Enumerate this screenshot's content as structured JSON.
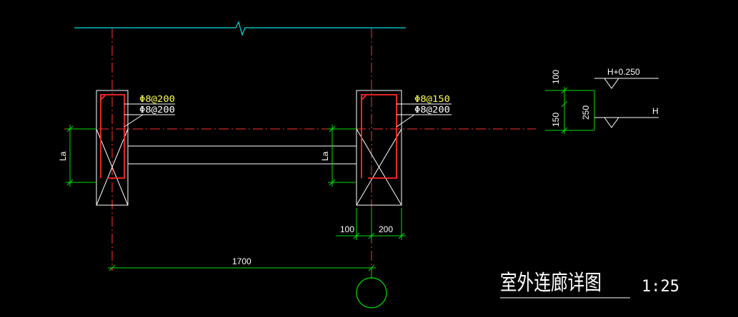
{
  "drawing": {
    "title": "室外连廊详图",
    "scale": "1:25",
    "colors": {
      "background": "#000000",
      "outline": "#ffffff",
      "rebar": "#ff2a2a",
      "axis": "#ff3030",
      "dimension": "#00e000",
      "annotation_yellow": "#ffff55",
      "annotation_white": "#ffffff",
      "break_line": "#00e0e0"
    },
    "left_column": {
      "rebar_label_top": "Φ8@200",
      "rebar_label_bottom": "Φ8@200",
      "dim_label": "La"
    },
    "right_column": {
      "rebar_label_top": "Φ8@150",
      "rebar_label_bottom": "Φ8@200",
      "dim_label": "La"
    },
    "dimensions": {
      "span": "1700",
      "offset_left": "100",
      "column_width": "200"
    },
    "section": {
      "level_top": "H+0.250",
      "level_bottom": "H",
      "dim_upper": "100",
      "dim_lower": "150",
      "dim_total": "250"
    }
  }
}
